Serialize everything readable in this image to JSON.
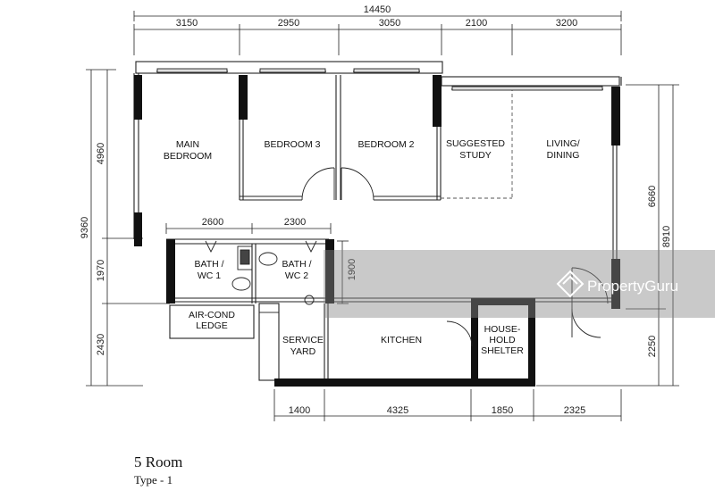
{
  "dimensions": {
    "overall_width": "14450",
    "top": [
      "3150",
      "2950",
      "3050",
      "2100",
      "3200"
    ],
    "inner": [
      "2600",
      "2300"
    ],
    "bottom": [
      "1400",
      "4325",
      "1850",
      "2325"
    ],
    "left_outer": "9360",
    "left_inner": [
      "4960",
      "1970",
      "2430"
    ],
    "bath_height": "1900",
    "right_outer": "8910",
    "right_inner": [
      "6660",
      "2250"
    ]
  },
  "rooms": {
    "main_bedroom": [
      "MAIN",
      "BEDROOM"
    ],
    "bedroom3": "BEDROOM 3",
    "bedroom2": "BEDROOM 2",
    "study": [
      "SUGGESTED",
      "STUDY"
    ],
    "living": [
      "LIVING/",
      "DINING"
    ],
    "bath1": [
      "BATH /",
      "WC 1"
    ],
    "bath2": [
      "BATH /",
      "WC 2"
    ],
    "aircon": [
      "AIR-COND",
      "LEDGE"
    ],
    "service": [
      "SERVICE",
      "YARD"
    ],
    "kitchen": "KITCHEN",
    "shelter": [
      "HOUSE-",
      "HOLD",
      "SHELTER"
    ]
  },
  "watermark": "PropertyGuru",
  "caption": {
    "title": "5 Room",
    "subtitle": "Type - 1"
  }
}
